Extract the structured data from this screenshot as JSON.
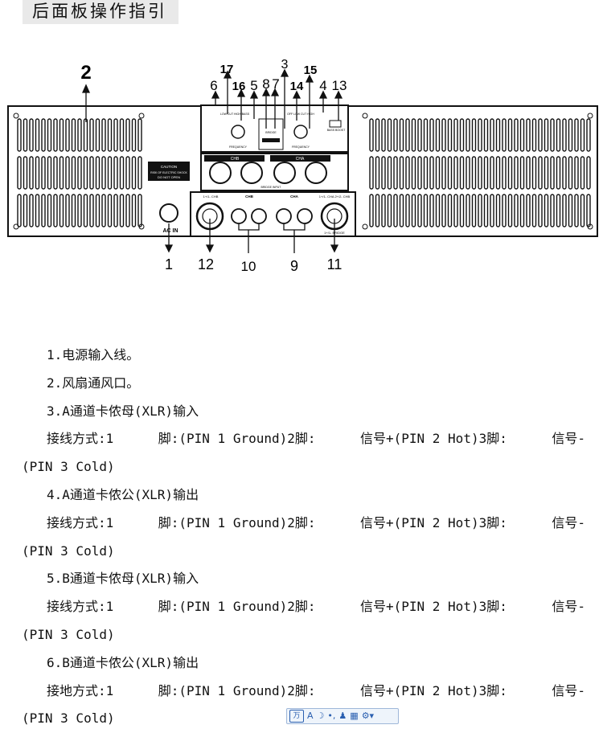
{
  "header": {
    "title": "后面板操作指引"
  },
  "diagram": {
    "callouts": {
      "top": [
        "2",
        "6",
        "17",
        "16",
        "5",
        "8",
        "7",
        "3",
        "14",
        "15",
        "4",
        "13"
      ],
      "bottom": [
        "1",
        "12",
        "10",
        "9",
        "11"
      ]
    },
    "panel_labels": {
      "caution_title": "CAUTION",
      "caution_line1": "RISK OF ELECTRIC SHOCK",
      "caution_line2": "DO NOT OPEN",
      "ac_in": "AC IN",
      "ch_b": "CHB",
      "ch_a": "CHA",
      "bridge_input": "BRIDGE INPUT",
      "bridge": "BRIDGE",
      "frequency_b": "FREQUENCY",
      "frequency_a": "FREQUENCY",
      "bass_boost": "BASS BOOST",
      "out_b": "1+/1- CHB",
      "out_a": "1+/1- CHA   2+/2- CHB",
      "out_bridge": "1+/1- BRIDGE"
    }
  },
  "items": [
    {
      "kind": "heading",
      "text": "1.电源输入线。"
    },
    {
      "kind": "heading",
      "text": "2.风扇通风口。"
    },
    {
      "kind": "heading",
      "text": "3.A通道卡侬母(XLR)输入"
    },
    {
      "kind": "wiring",
      "method": "接线方式:1",
      "pin1": "脚:(PIN 1 Ground)2脚:",
      "pin2": "信号+(PIN 2 Hot)3脚:",
      "pin3": "信号-"
    },
    {
      "kind": "wrap",
      "text": "(PIN 3 Cold)"
    },
    {
      "kind": "heading",
      "text": "4.A通道卡侬公(XLR)输出"
    },
    {
      "kind": "wiring",
      "method": "接线方式:1",
      "pin1": "脚:(PIN 1 Ground)2脚:",
      "pin2": "信号+(PIN 2 Hot)3脚:",
      "pin3": "信号-"
    },
    {
      "kind": "wrap",
      "text": "(PIN 3 Cold)"
    },
    {
      "kind": "heading",
      "text": "5.B通道卡侬母(XLR)输入"
    },
    {
      "kind": "wiring",
      "method": "接线方式:1",
      "pin1": "脚:(PIN 1 Ground)2脚:",
      "pin2": "信号+(PIN 2 Hot)3脚:",
      "pin3": "信号-"
    },
    {
      "kind": "wrap",
      "text": "(PIN 3 Cold)"
    },
    {
      "kind": "heading",
      "text": "6.B通道卡侬公(XLR)输出"
    },
    {
      "kind": "wiring",
      "method": "接地方式:1",
      "pin1": "脚:(PIN 1 Ground)2脚:",
      "pin2": "信号+(PIN 2 Hot)3脚:",
      "pin3": "信号-"
    },
    {
      "kind": "wrap",
      "text": "(PIN 3 Cold)"
    }
  ],
  "ime_toolbar": {
    "logo": "万",
    "mode": "A",
    "moon": "☽",
    "punct": "•,",
    "user": "♟",
    "keyboard": "▦",
    "settings": "⚙▾"
  }
}
